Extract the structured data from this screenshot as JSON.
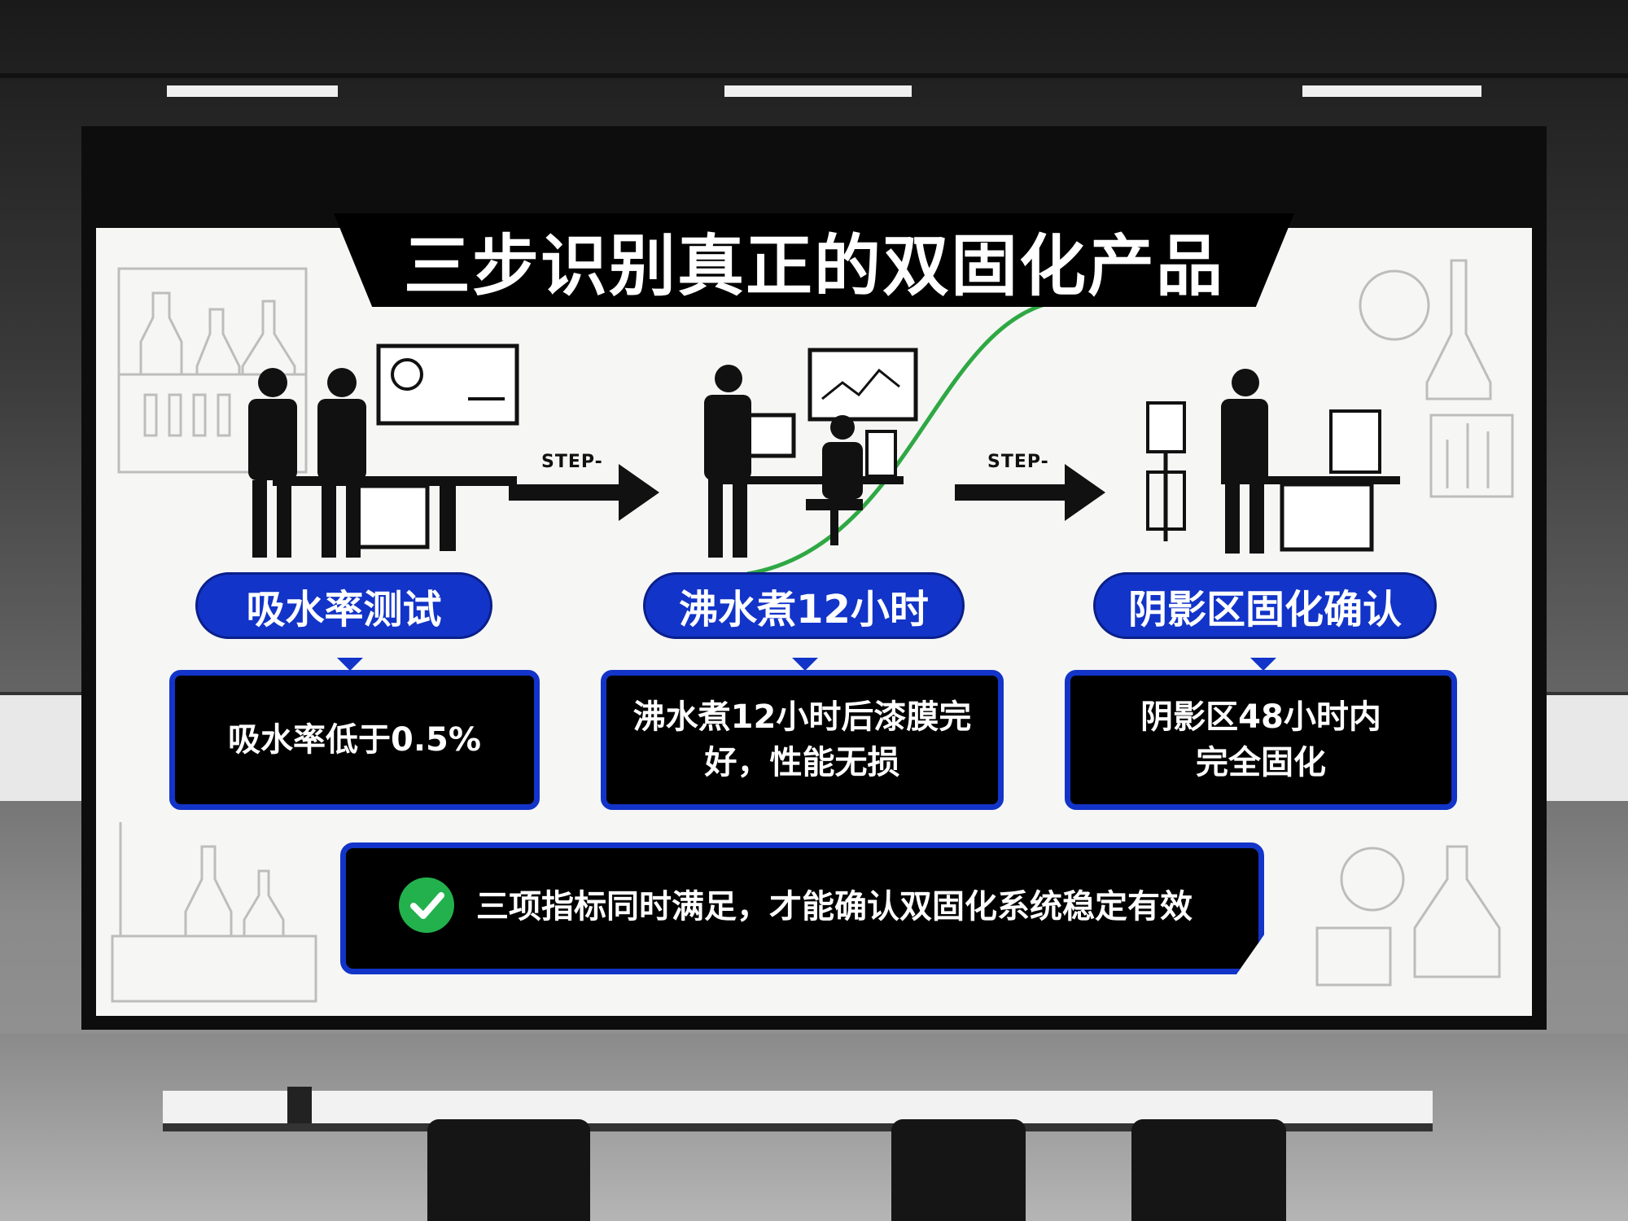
{
  "title": "三步识别真正的双固化产品",
  "step_label": "STEP-",
  "steps": [
    {
      "name": "吸水率测试",
      "detail": "吸水率低于0.5%"
    },
    {
      "name": "沸水煮12小时",
      "detail_line1": "沸水煮12小时后漆膜完",
      "detail_line2": "好，性能无损"
    },
    {
      "name": "阴影区固化确认",
      "detail_line1": "阴影区48小时内",
      "detail_line2": "完全固化"
    }
  ],
  "summary": "三项指标同时满足，才能确认双固化系统稳定有效",
  "colors": {
    "accent": "#1234c8",
    "check": "#22b14c",
    "curve": "#2fa843"
  },
  "icons": [
    "checkmark-icon",
    "arrow-right-icon"
  ]
}
